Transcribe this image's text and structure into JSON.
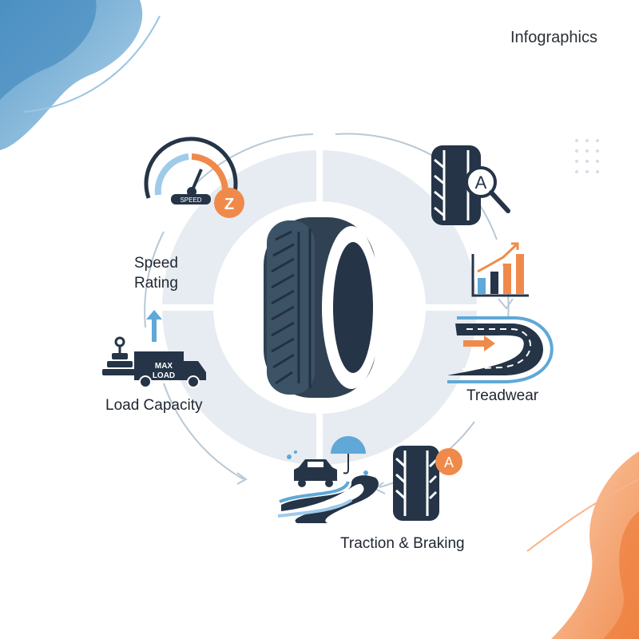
{
  "brand": "Infographics",
  "labels": {
    "speed_rating": [
      "Speed",
      "Rating"
    ],
    "load_capacity": "Load Capacity",
    "treadwear": "Treadwear",
    "traction_braking": "Traction & Braking"
  },
  "badges": {
    "speed": "Z",
    "treadwear": "A",
    "traction": "A"
  },
  "gauge_text": "SPEED",
  "truck_text": [
    "MAX",
    "LOAD"
  ],
  "colors": {
    "navy": "#253447",
    "orange": "#f08a4b",
    "blue": "#5fa8d8",
    "ring": "#e6ecf1"
  },
  "icons": [
    "speedometer-icon",
    "load-truck-icon",
    "tire-tread-icon",
    "magnifier-icon",
    "bar-chart-icon",
    "road-icon",
    "car-icon",
    "umbrella-icon",
    "tire-icon"
  ]
}
